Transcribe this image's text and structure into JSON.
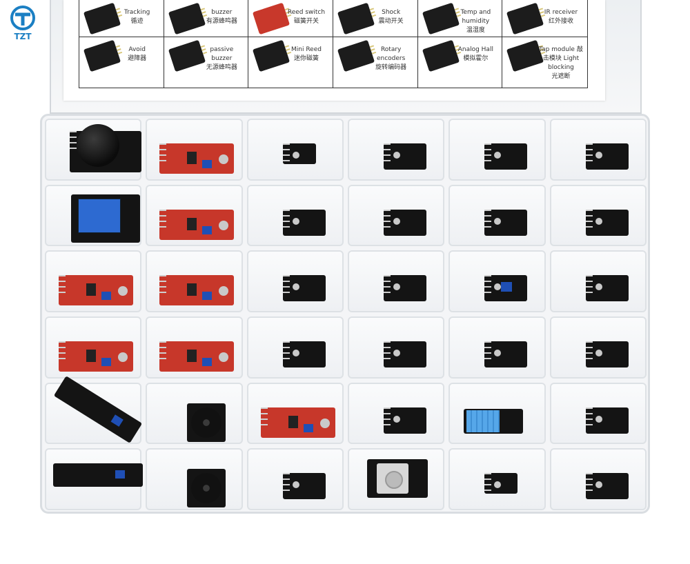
{
  "brand": {
    "logo_text": "TZT",
    "logo_icon": "tzt-logo-icon",
    "color": "#1b7fc3"
  },
  "label_card": {
    "row1": [
      {
        "en": "Tracking",
        "zh": "循迹",
        "thumb": "black"
      },
      {
        "en": "buzzer",
        "zh": "有源蜂鸣器",
        "thumb": "black"
      },
      {
        "en": "Reed switch",
        "zh": "磁簧开关",
        "thumb": "red"
      },
      {
        "en": "Shock",
        "zh": "震动开关",
        "thumb": "black"
      },
      {
        "en": "Temp and humidity",
        "zh": "温湿度",
        "thumb": "black"
      },
      {
        "en": "IR receiver",
        "zh": "红外接收",
        "thumb": "black"
      }
    ],
    "row2": [
      {
        "en": "Avoid",
        "zh": "避障器",
        "thumb": "black"
      },
      {
        "en": "passive buzzer",
        "zh": "无源蜂鸣器",
        "thumb": "black"
      },
      {
        "en": "Mini Reed",
        "zh": "迷你磁簧",
        "thumb": "black"
      },
      {
        "en": "Rotary encoders",
        "zh": "旋转编码器",
        "thumb": "black"
      },
      {
        "en": "Analog Hall",
        "zh": "模拟霍尔",
        "thumb": "black"
      },
      {
        "en": "Tap module 敲击模块 Light blocking",
        "zh": "光遮断",
        "thumb": "black"
      }
    ]
  },
  "tray": {
    "rows": 6,
    "cols": 6,
    "colors": {
      "tray": "#f4f5f7",
      "module_black": "#141414",
      "module_red": "#c7372a",
      "potentiometer": "#1f4fb5"
    }
  }
}
